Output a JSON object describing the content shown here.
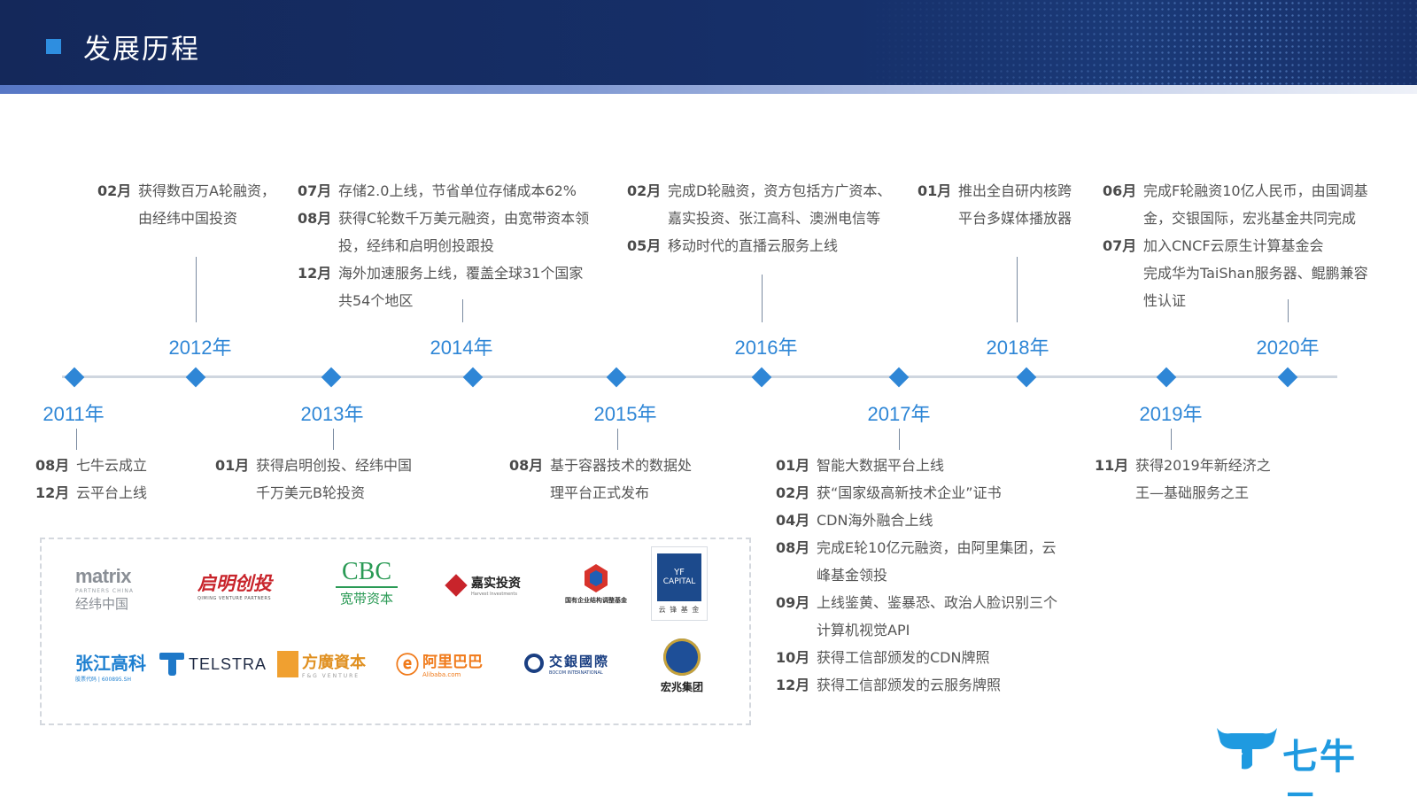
{
  "header": {
    "title": "发展历程"
  },
  "timeline": {
    "years": {
      "y2011": "2011年",
      "y2012": "2012年",
      "y2013": "2013年",
      "y2014": "2014年",
      "y2015": "2015年",
      "y2016": "2016年",
      "y2017": "2017年",
      "y2018": "2018年",
      "y2019": "2019年",
      "y2020": "2020年"
    },
    "e2011": [
      {
        "month": "08月",
        "text": "七牛云成立"
      },
      {
        "month": "12月",
        "text": "云平台上线"
      }
    ],
    "e2012": [
      {
        "month": "02月",
        "text": "获得数百万A轮融资，",
        "text2": "由经纬中国投资"
      }
    ],
    "e2013": [
      {
        "month": "01月",
        "text": "获得启明创投、经纬中国",
        "text2": "千万美元B轮投资"
      }
    ],
    "e2014": [
      {
        "month": "07月",
        "text": "存储2.0上线，节省单位存储成本62%"
      },
      {
        "month": "08月",
        "text": "获得C轮数千万美元融资，由宽带资本领",
        "text2": "投，经纬和启明创投跟投"
      },
      {
        "month": "12月",
        "text": "海外加速服务上线，覆盖全球31个国家",
        "text2": "共54个地区"
      }
    ],
    "e2015": [
      {
        "month": "08月",
        "text": "基于容器技术的数据处",
        "text2": "理平台正式发布"
      }
    ],
    "e2016": [
      {
        "month": "02月",
        "text": "完成D轮融资，资方包括方广资本、",
        "text2": "嘉实投资、张江高科、澳洲电信等"
      },
      {
        "month": "05月",
        "text": "移动时代的直播云服务上线"
      }
    ],
    "e2017": [
      {
        "month": "01月",
        "text": "智能大数据平台上线"
      },
      {
        "month": "02月",
        "text": "获“国家级高新技术企业”证书"
      },
      {
        "month": "04月",
        "text": "CDN海外融合上线"
      },
      {
        "month": "08月",
        "text": "完成E轮10亿元融资，由阿里集团，云",
        "text2": "峰基金领投"
      },
      {
        "month": "09月",
        "text": "上线鉴黄、鉴暴恐、政治人脸识别三个",
        "text2": "计算机视觉API"
      },
      {
        "month": "10月",
        "text": "获得工信部颁发的CDN牌照"
      },
      {
        "month": "12月",
        "text": "获得工信部颁发的云服务牌照"
      }
    ],
    "e2018": [
      {
        "month": "01月",
        "text": "推出全自研内核跨",
        "text2": "平台多媒体播放器"
      }
    ],
    "e2019": [
      {
        "month": "11月",
        "text": "获得2019年新经济之",
        "text2": "王—基础服务之王"
      }
    ],
    "e2020": [
      {
        "month": "06月",
        "text": "完成F轮融资10亿人民币，由国调基",
        "text2": "金，交银国际，宏兆基金共同完成"
      },
      {
        "month": "07月",
        "text": "加入CNCF云原生计算基金会",
        "text2": "完成华为TaiShan服务器、鲲鹏兼容",
        "text3": "性认证"
      }
    ]
  },
  "partners": {
    "matrix": {
      "a": "matrix",
      "b": "PARTNERS CHINA",
      "c": "经纬中国"
    },
    "qiming": {
      "a": "启明创投",
      "b": "QIMING VENTURE PARTNERS"
    },
    "cbc": {
      "a": "CBC",
      "b": "宽带资本"
    },
    "harvest": {
      "a": "嘉实投资",
      "b": "Harvest Investments"
    },
    "soe": {
      "a": "国有企业结构调整基金"
    },
    "yf": {
      "a": "YF",
      "b": "CAPITAL",
      "c": "云 锋 基 金"
    },
    "zjhk": {
      "a": "张江高科",
      "b": "股票代码 | 600895.SH"
    },
    "telstra": {
      "a": "TELSTRA"
    },
    "fg": {
      "a": "方廣資本",
      "b": "F&G VENTURE"
    },
    "alibaba": {
      "a": "阿里巴巴",
      "b": "Alibaba.com"
    },
    "bocom": {
      "a": "交銀國際",
      "b": "BOCOM INTERNATIONAL"
    },
    "honour": {
      "a": "宏兆集团"
    }
  },
  "brand": {
    "name": "七牛云"
  },
  "colors": {
    "accent": "#2e86d6",
    "header": "#14285a",
    "brand": "#1f9ae0"
  }
}
